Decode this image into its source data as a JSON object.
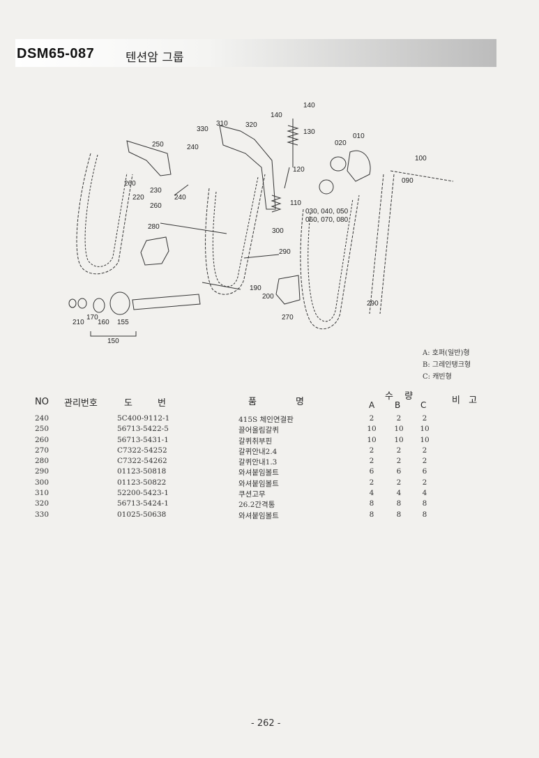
{
  "header": {
    "code": "DSM65-087",
    "name": "텐션암 그룹"
  },
  "diagram": {
    "labels": [
      "140",
      "140",
      "130",
      "310",
      "320",
      "330",
      "250",
      "240",
      "010",
      "020",
      "100",
      "120",
      "260",
      "230",
      "220",
      "260",
      "240",
      "090",
      "110",
      "030, 040, 050",
      "060, 070, 080",
      "280",
      "300",
      "290",
      "190",
      "200",
      "290",
      "270",
      "210",
      "170",
      "160",
      "155",
      "150"
    ]
  },
  "legend": [
    "A: 호퍼(일반)형",
    "B: 그레인탱크형",
    "C: 캐빈형"
  ],
  "table": {
    "headers": {
      "no": "NO",
      "mgmt": "관리번호",
      "drawing_1": "도",
      "drawing_2": "번",
      "name_1": "품",
      "name_2": "명",
      "qty": "수 량",
      "remark": "비 고",
      "a": "A",
      "b": "B",
      "c": "C"
    },
    "rows": [
      {
        "no": "240",
        "drawing": "5C400-9112-1",
        "name": "415S 체인연결판",
        "a": "2",
        "b": "2",
        "c": "2"
      },
      {
        "no": "250",
        "drawing": "56713-5422-5",
        "name": "끌어올림갈퀴",
        "a": "10",
        "b": "10",
        "c": "10"
      },
      {
        "no": "260",
        "drawing": "56713-5431-1",
        "name": "갈퀴취부핀",
        "a": "10",
        "b": "10",
        "c": "10"
      },
      {
        "no": "270",
        "drawing": "C7322-54252",
        "name": "갈퀴안내2.4",
        "a": "2",
        "b": "2",
        "c": "2"
      },
      {
        "no": "280",
        "drawing": "C7322-54262",
        "name": "갈퀴안내1.3",
        "a": "2",
        "b": "2",
        "c": "2"
      },
      {
        "no": "290",
        "drawing": "01123-50818",
        "name": "와셔붙임볼트",
        "a": "6",
        "b": "6",
        "c": "6"
      },
      {
        "no": "300",
        "drawing": "01123-50822",
        "name": "와셔붙임볼트",
        "a": "2",
        "b": "2",
        "c": "2"
      },
      {
        "no": "310",
        "drawing": "52200-5423-1",
        "name": "쿠션고무",
        "a": "4",
        "b": "4",
        "c": "4"
      },
      {
        "no": "320",
        "drawing": "56713-5424-1",
        "name": "26.2간격통",
        "a": "8",
        "b": "8",
        "c": "8"
      },
      {
        "no": "330",
        "drawing": "01025-50638",
        "name": "와셔붙임볼트",
        "a": "8",
        "b": "8",
        "c": "8"
      }
    ]
  },
  "footer": {
    "page": "- 262 -"
  }
}
